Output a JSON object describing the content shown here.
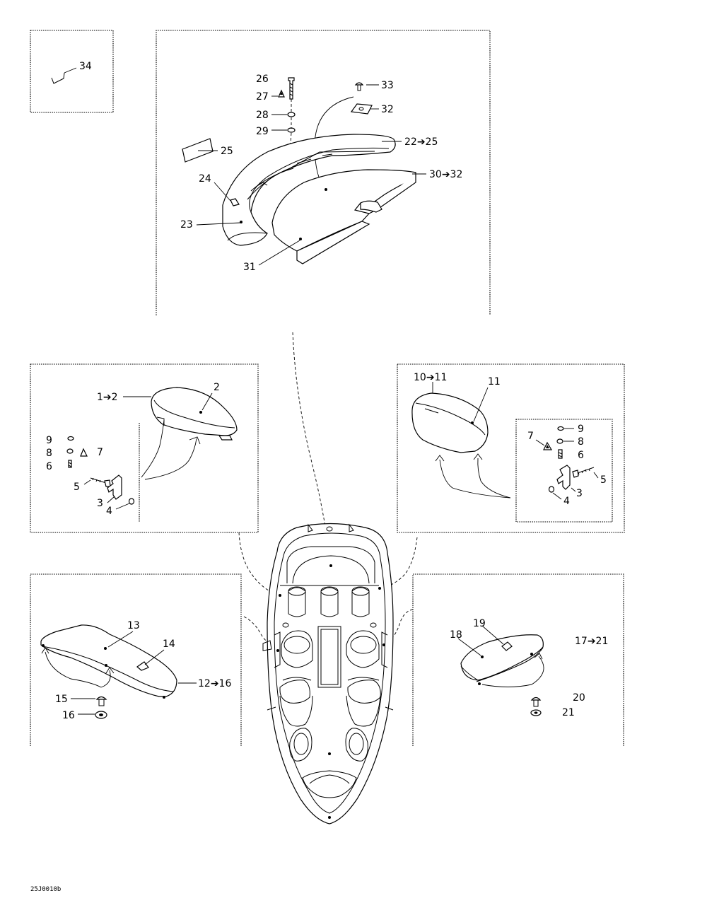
{
  "labels": {
    "l34": "34",
    "l26": "26",
    "l27": "27",
    "l28": "28",
    "l29": "29",
    "l33": "33",
    "l32": "32",
    "l22_25": "22➔25",
    "l25": "25",
    "l30_32": "30➔32",
    "l24": "24",
    "l23": "23",
    "l31": "31",
    "l1_2": "1➔2",
    "l2": "2",
    "lA9": "9",
    "lA8": "8",
    "lA7": "7",
    "lA6": "6",
    "lA5": "5",
    "lA3": "3",
    "lA4": "4",
    "l10_11": "10➔11",
    "l11": "11",
    "lB7": "7",
    "lB9": "9",
    "lB8": "8",
    "lB6": "6",
    "lB5": "5",
    "lB3": "3",
    "lB4": "4",
    "l13": "13",
    "l14": "14",
    "l12_16": "12➔16",
    "l15": "15",
    "l16": "16",
    "l19": "19",
    "l18": "18",
    "l17_21": "17➔21",
    "l20": "20",
    "l21": "21"
  },
  "footer_code": "25J0010b"
}
